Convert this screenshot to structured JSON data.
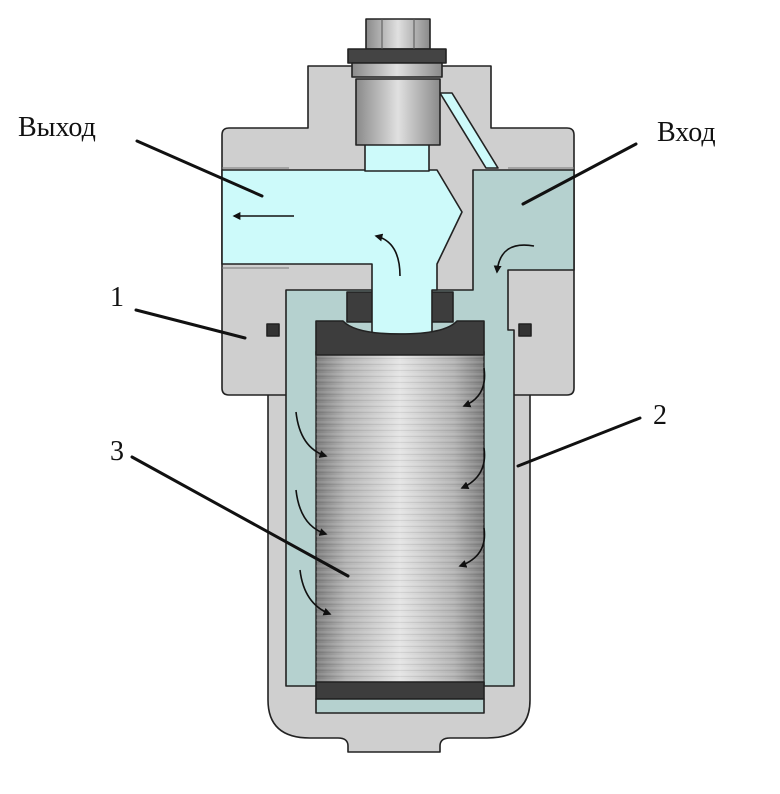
{
  "labels": {
    "outlet": "Выход",
    "inlet": "Вход",
    "part_1": "1",
    "part_2": "2",
    "part_3": "3"
  },
  "colors": {
    "housing": "#cfcfcf",
    "housing_edge": "#222222",
    "outlet_fluid": "#cdfafa",
    "inlet_fluid": "#b5d1cf",
    "cartridge_body": "#b9b9b9",
    "cartridge_cap": "#3d3d3d",
    "cap_dark": "#2a2a2a",
    "background": "#ffffff"
  }
}
